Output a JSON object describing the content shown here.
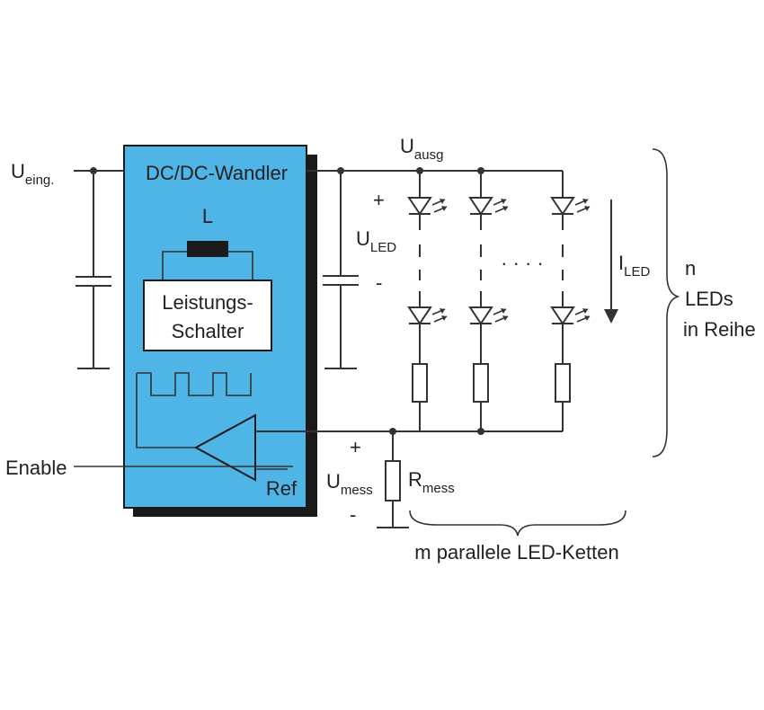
{
  "converter": {
    "title": "DC/DC-Wandler",
    "inductor_label": "L",
    "switch_label_line1": "Leistungs-",
    "switch_label_line2": "Schalter",
    "ref_label": "Ref",
    "fill_color": "#4fb4e6"
  },
  "input": {
    "main": "U",
    "sub": "eing."
  },
  "enable_label": "Enable",
  "output": {
    "main": "U",
    "sub": "ausg"
  },
  "led_voltage": {
    "plus": "+",
    "main": "U",
    "sub": "LED",
    "minus": "-"
  },
  "led_current": {
    "main": "I",
    "sub": "LED"
  },
  "dots": "· · · ·",
  "series_text": {
    "line1": "n",
    "line2": "LEDs",
    "line3": "in Reihe"
  },
  "sense": {
    "plus": "+",
    "u_main": "U",
    "u_sub": "mess",
    "r_main": "R",
    "r_sub": "mess",
    "minus": "-"
  },
  "parallel_text": "m parallele LED-Ketten"
}
